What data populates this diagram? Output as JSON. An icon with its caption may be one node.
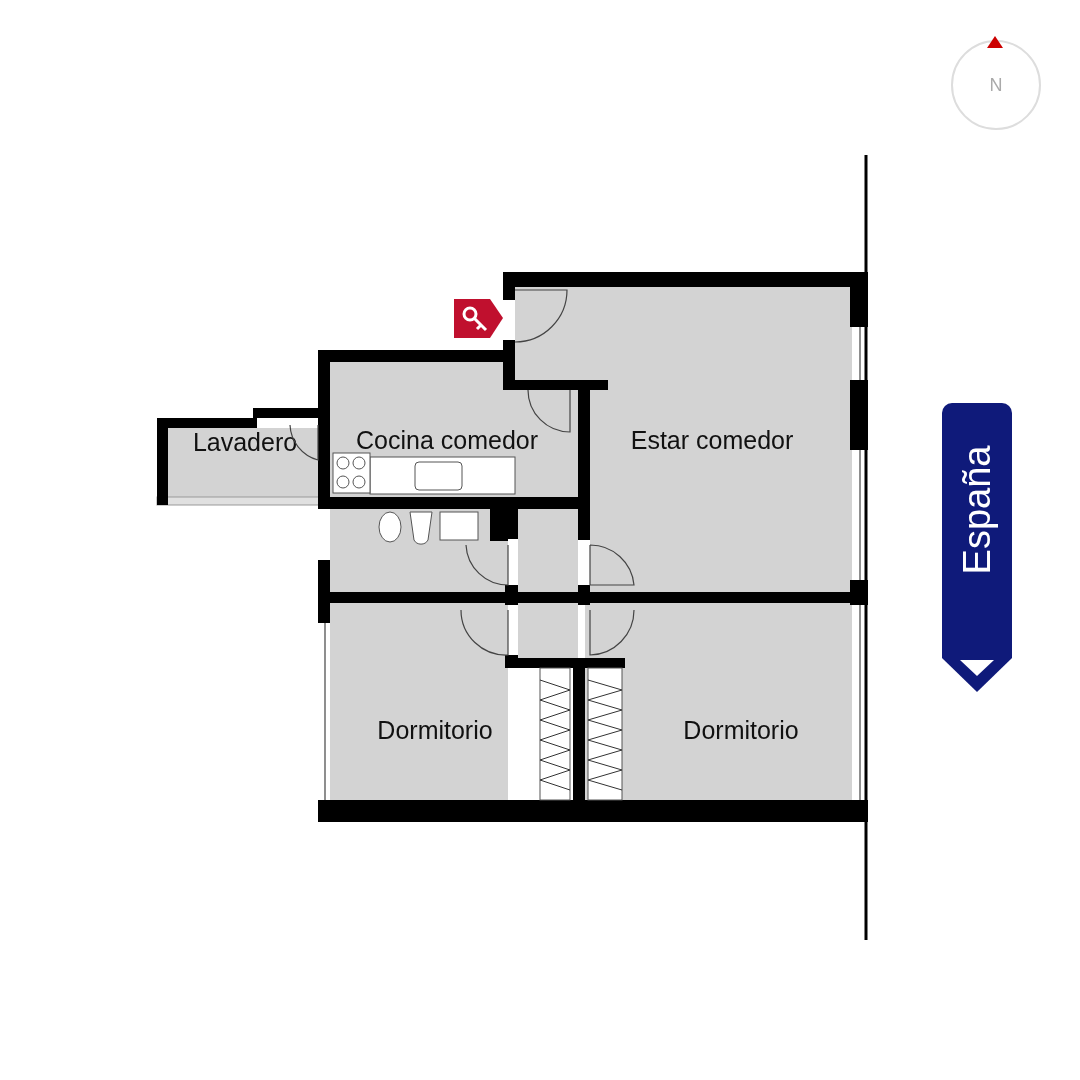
{
  "diagram": {
    "nodes": [
      {
        "text": [
          "N"
        ]
      },
      {
        "text": [
          "Lavadero"
        ]
      },
      {
        "text": [
          "Cocina comedor"
        ]
      },
      {
        "text": [
          "Estar comedor"
        ]
      },
      {
        "text": [
          "Dormitorio"
        ]
      },
      {
        "text": [
          "Dormitorio"
        ]
      },
      {
        "text": [
          "España"
        ]
      }
    ]
  }
}
